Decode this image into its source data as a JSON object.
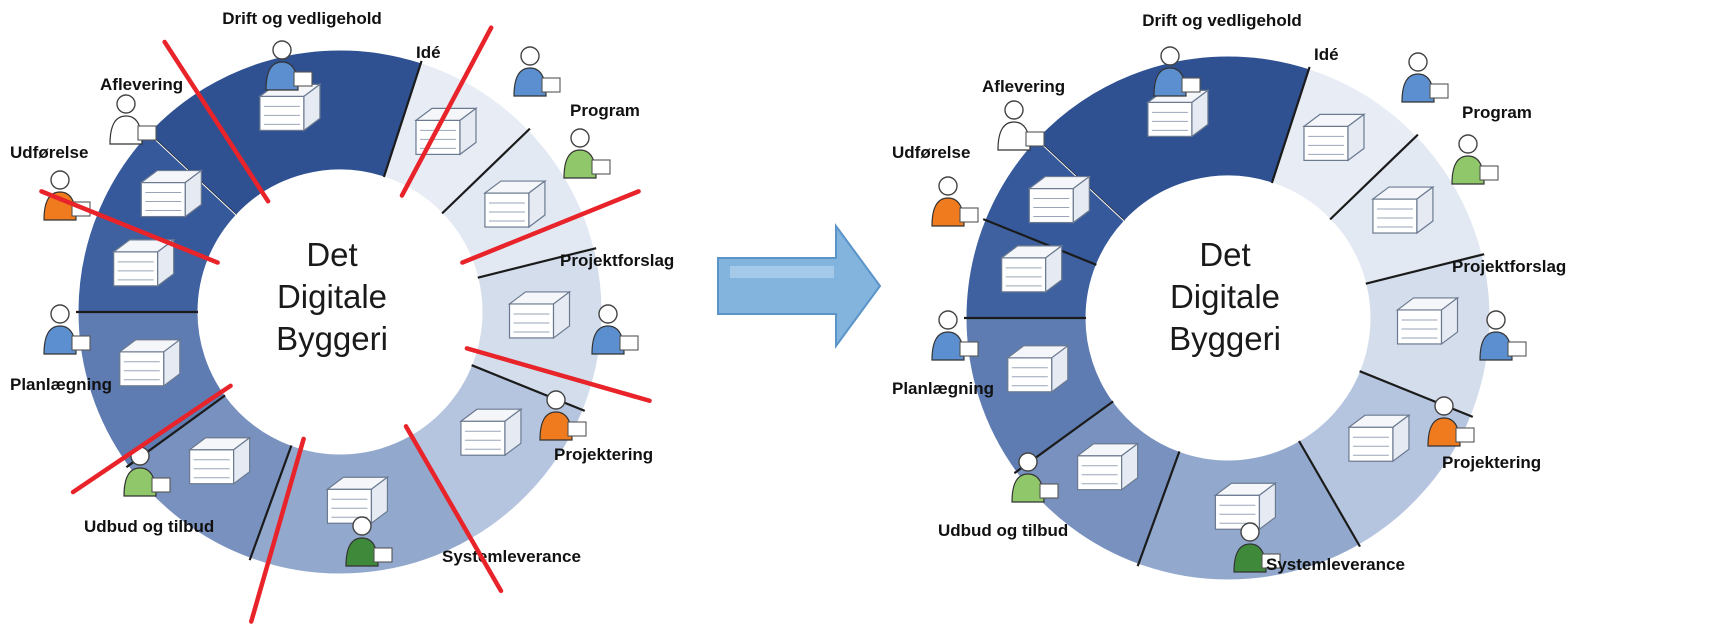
{
  "center": {
    "line1": "Det",
    "line2": "Digitale",
    "line3": "Byggeri"
  },
  "phases": [
    {
      "label": "Drift og vedligehold",
      "color": "#2f5191"
    },
    {
      "label": "Idé",
      "color": "#e7ecf5"
    },
    {
      "label": "Program",
      "color": "#e3e9f3"
    },
    {
      "label": "Projektforslag",
      "color": "#d3ddec"
    },
    {
      "label": "Projektering",
      "color": "#b6c5df"
    },
    {
      "label": "Systemleverance",
      "color": "#92a9cd"
    },
    {
      "label": "Udbud og tilbud",
      "color": "#7891bf"
    },
    {
      "label": "Planlægning",
      "color": "#5f7cb2"
    },
    {
      "label": "Udførelse",
      "color": "#3f61a0"
    },
    {
      "label": "Aflevering",
      "color": "#36599b"
    }
  ],
  "colors": {
    "strike": "#e8242a",
    "arrow_fill": "#82b4de",
    "arrow_stroke": "#5a94c8",
    "divider": "#1b1b1b"
  },
  "icons": {
    "worker_orange": "#f07a1e",
    "worker_green": "#8fc76a",
    "worker_blue": "#5b8fcf",
    "worker_darkgreen": "#3f8a3a"
  }
}
